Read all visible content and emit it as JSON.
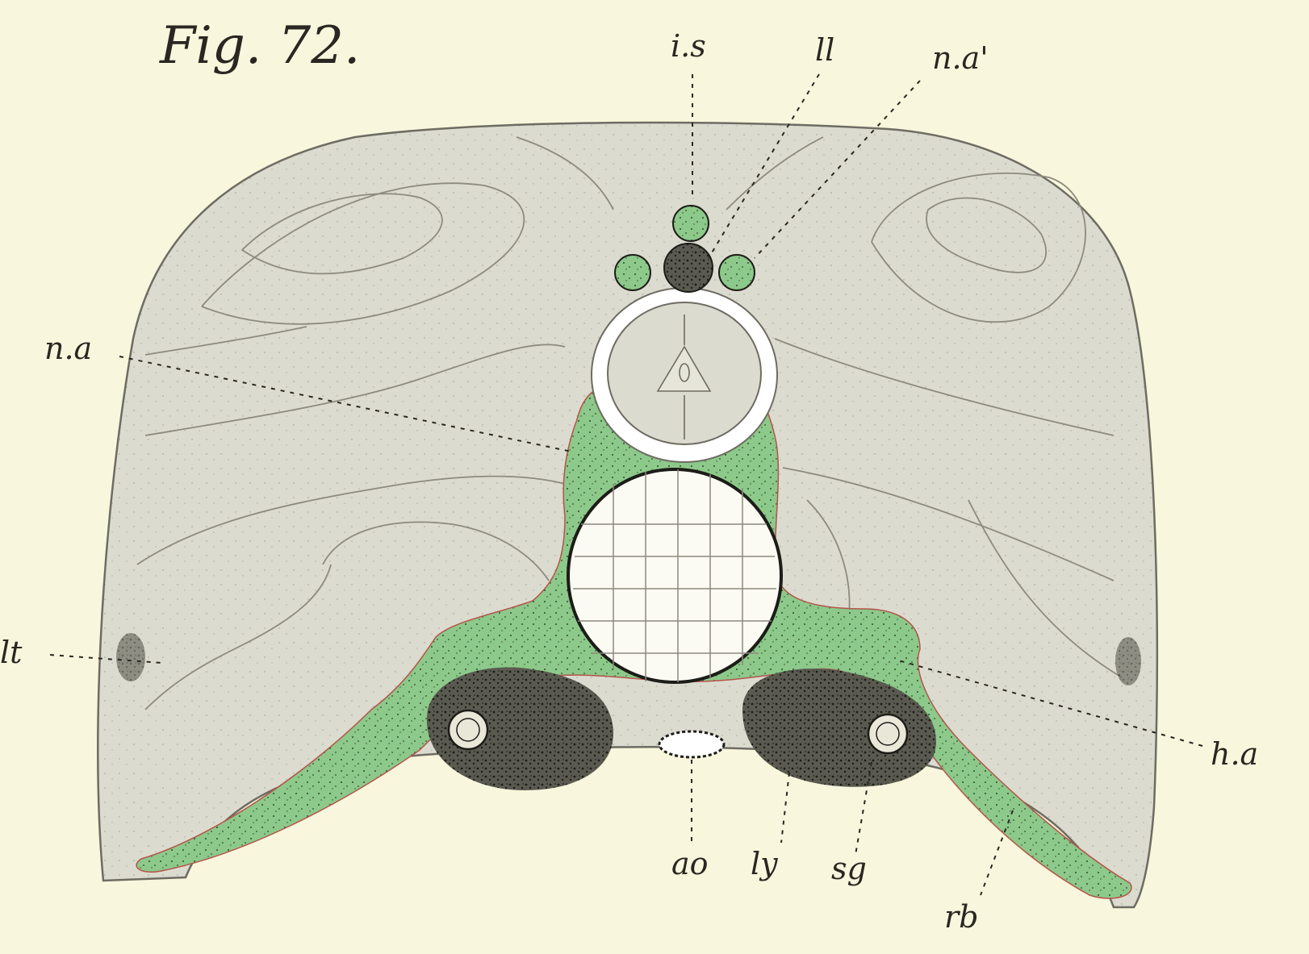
{
  "figure": {
    "title": "Fig. 72.",
    "labels": {
      "is": "i.s",
      "ll": "ll",
      "na_prime": "n.a'",
      "na": "n.a",
      "lt": "lt",
      "ha": "h.a",
      "ao": "ao",
      "ly": "ly",
      "sg": "sg",
      "rb": "rb"
    },
    "colors": {
      "paper": "#f8f6dc",
      "muscle": "#dcdbd0",
      "cartilage": "#8cc98a",
      "dark_tissue": "#4a4a42",
      "ink": "#2a2722"
    }
  }
}
